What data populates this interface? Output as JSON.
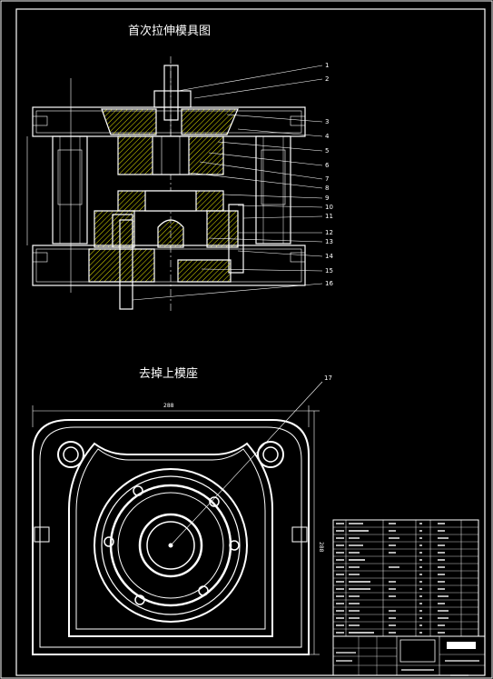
{
  "titles": {
    "section": "首次拉伸模具图",
    "plan": "去掉上模座"
  },
  "labels": {
    "parts": [
      "1",
      "2",
      "3",
      "4",
      "5",
      "6",
      "7",
      "8",
      "9",
      "10",
      "11",
      "12",
      "13",
      "14",
      "15",
      "16"
    ],
    "plan_part": "17",
    "width_dim": "288",
    "height_dim": "288"
  },
  "colors": {
    "background": "#000000",
    "lines": "#ffffff",
    "hatch": "#e6e600"
  }
}
